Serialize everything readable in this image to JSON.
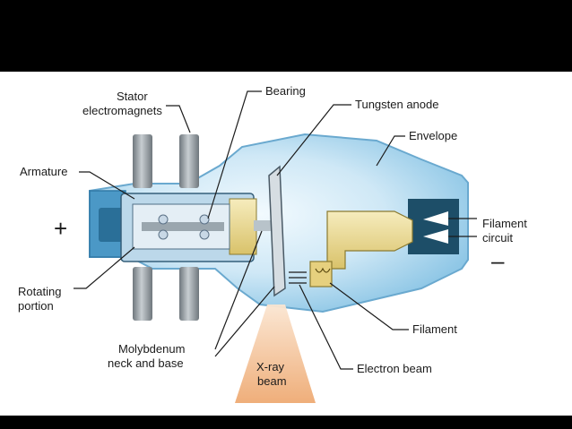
{
  "labels": {
    "stator_line1": "Stator",
    "stator_line2": "electromagnets",
    "bearing": "Bearing",
    "tungsten_anode": "Tungsten anode",
    "envelope": "Envelope",
    "armature": "Armature",
    "filament_circuit_line1": "Filament",
    "filament_circuit_line2": "circuit",
    "rotating_line1": "Rotating",
    "rotating_line2": "portion",
    "molybdenum_line1": "Molybdenum",
    "molybdenum_line2": "neck and base",
    "filament": "Filament",
    "electron_beam": "Electron beam",
    "xray_line1": "X-ray",
    "xray_line2": "beam"
  },
  "symbols": {
    "plus": "+",
    "minus": "–"
  },
  "colors": {
    "envelope_blue": "#8fc7e6",
    "envelope_glow": "#dff1fb",
    "armature_yellow": "#efe3a3",
    "filament_yellow": "#e9d98c",
    "stator_gray": "#8a9298",
    "xray_orange": "#f0b98c"
  }
}
